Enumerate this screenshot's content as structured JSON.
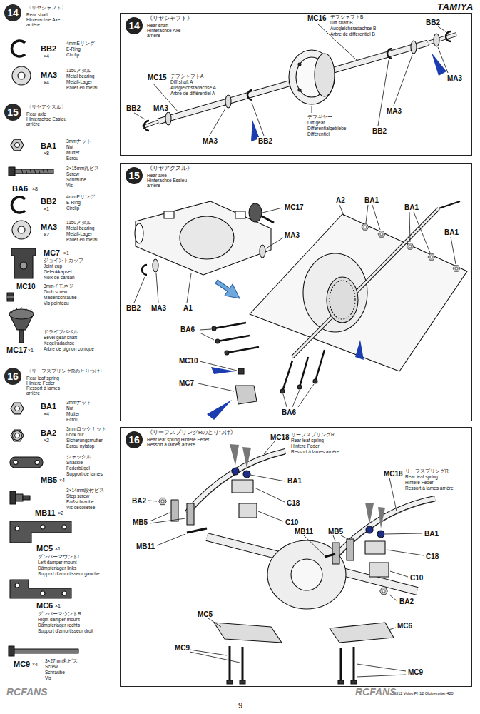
{
  "diagram": {
    "nodes": [
      {
        "text": [
          "14",
          "〈リヤシャフト〉",
          "Rear shaft Hinterachse Axe arrière"
        ]
      },
      {
        "text": [
          "15",
          "〈リヤアクスル〉",
          "Rear axle Hinterachse Essieu arrière"
        ]
      },
      {
        "text": [
          "16",
          "〈リーフスプリングRのとりつけ〉",
          "Rear leaf spring Hintere Feder Ressort à lames arrière"
        ]
      },
      {
        "text": [
          "《リヤシャフト》",
          "Rear shaft Hinterachse Axe arrière"
        ]
      },
      {
        "text": [
          "14"
        ],
        "in": 3
      },
      {
        "text": [
          "《リヤアクスル》",
          "Rear axle Hinterachse Essieu arrière"
        ]
      },
      {
        "text": [
          "15"
        ],
        "in": 5
      },
      {
        "text": [
          "《リーフスプリングRのとりつけ》",
          "Rear leaf spring Hintere Feder Ressort à lames arrière"
        ]
      },
      {
        "text": [
          "16"
        ],
        "in": 7
      }
    ],
    "labels": [
      "TAMIYA",
      "BB2",
      "×4",
      "4mmEリング",
      "E-Ring",
      "Circlip",
      "MA3",
      "×4",
      "1150メタル",
      "Metal bearing",
      "Metall-Lager",
      "Palier en métal",
      "BA1",
      "×8",
      "3mmナット",
      "Nut",
      "Mutter",
      "Ecrou",
      "3×15mm丸ビス",
      "Screw",
      "Schraube",
      "Vis",
      "BA6",
      "×8",
      "BB2",
      "×1",
      "4mmEリング",
      "E-Ring",
      "Circlip",
      "MA3",
      "×2",
      "1150メタル",
      "Metal bearing",
      "Metall-Lager",
      "Palier en métal",
      "MC7",
      "×1",
      "ジョイントカップ",
      "Joint cup",
      "Gelenkkapsel",
      "Noix de cardan",
      "MC10",
      "3mmイモネジ",
      "Grub screw",
      "Madenschraube",
      "Vis pointeau",
      "ドライブベベル",
      "Bevel gear shaft",
      "Kegelradachse",
      "Arbre de pignon conique",
      "MC17",
      "×1",
      "BA1",
      "×4",
      "3mmナット",
      "Nut",
      "Mutter",
      "Ecrou",
      "BA2",
      "×2",
      "3mmロックナット",
      "Lock nut",
      "Sicherungsmutter",
      "Ecrou nylstop",
      "シャックル",
      "Shackle",
      "Federbügel",
      "Support de lames",
      "MB5",
      "×4",
      "3×14mm段付ビス",
      "Step screw",
      "Paßschraube",
      "Vis décolletée",
      "MB11",
      "×2",
      "MC5",
      "×1",
      "ダンパーマウントL",
      "Left damper mount",
      "Dämpferlager links",
      "Support d'amortisseur gauche",
      "MC6",
      "×1",
      "ダンパーマウントR",
      "Right damper mount",
      "Dämpferlager rechts",
      "Support d'amortisseur droit",
      "MC9",
      "×4",
      "3×27mm丸ビス",
      "Screw",
      "Schraube",
      "Vis",
      "MC16",
      "デフシャフトB",
      "Diff shaft B",
      "Ausgleichsradachse B",
      "Arbre de différentiel B",
      "BB2",
      "MA3",
      "MC15",
      "デフシャフトA",
      "Diff shaft A",
      "Ausgleichsradachse A",
      "Arbre de différentiel A",
      "BB2",
      "MA3",
      "MA3",
      "BB2",
      "デフギヤー",
      "Diff gear",
      "Differentialgetriebe",
      "Différentiel",
      "MA3",
      "BB2",
      "MC17",
      "MA3",
      "A2",
      "BA1",
      "BA1",
      "BA1",
      "BB2",
      "MA3",
      "A1",
      "BA6",
      "MC10",
      "MC7",
      "BA6",
      "MC18",
      "リーフスプリングR",
      "Rear leaf spring",
      "Hintere Feder",
      "Ressort à lames arrière",
      "BA2",
      "MB5",
      "BA1",
      "C18",
      "C10",
      "MB11",
      "MB11",
      "MB5",
      "MC18",
      "リーフスプリングR",
      "Rear leaf spring",
      "Hintere Feder",
      "Ressort à lames arrière",
      "BA1",
      "C18",
      "C10",
      "BA2",
      "MC5",
      "MC6",
      "MC9",
      "MC9",
      "56312 Volvo FH12 Globetrotter 420",
      "9",
      "RCFANS",
      "RCFANS"
    ]
  }
}
